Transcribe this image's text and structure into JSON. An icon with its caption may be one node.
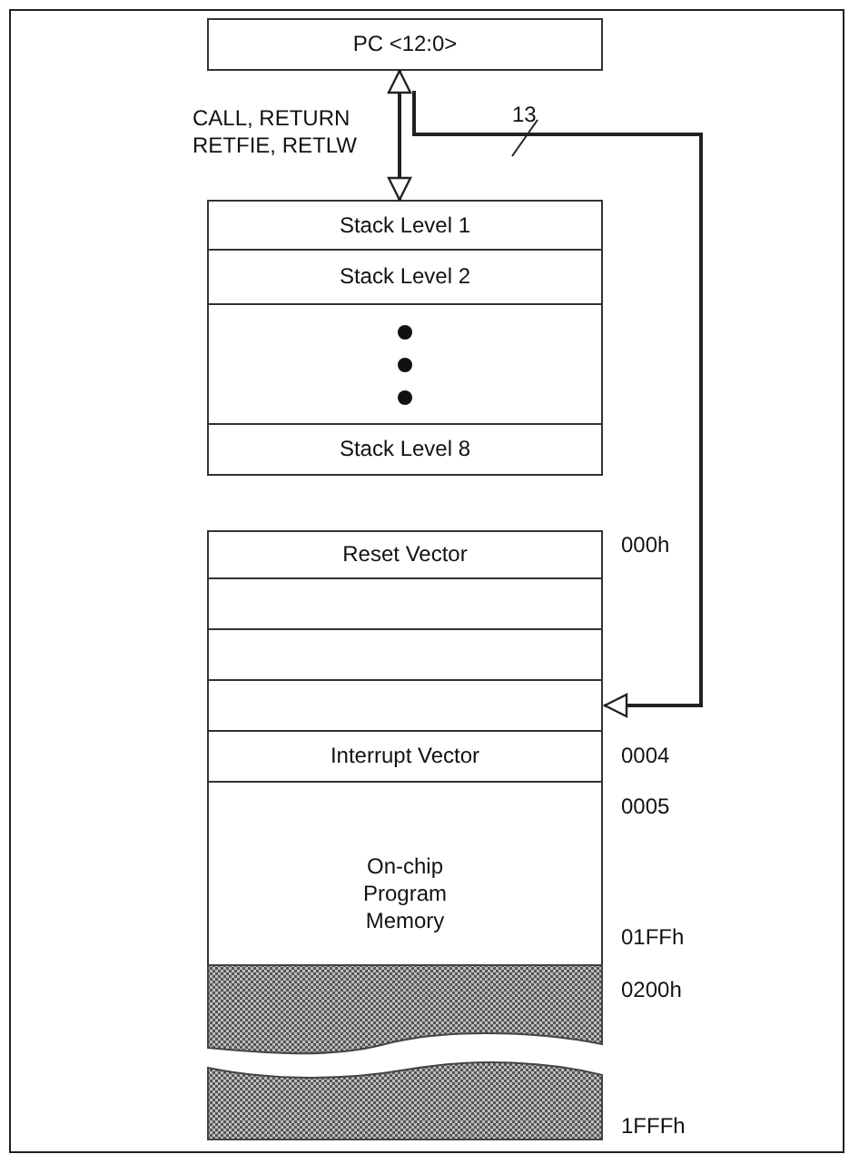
{
  "diagram": {
    "nodes": [
      {
        "text": [
          "PC <12:0>"
        ]
      },
      {
        "text": [
          "Stack Level 1"
        ]
      },
      {
        "text": [
          "Stack Level 2"
        ]
      },
      {
        "text": [],
        "shape": "box"
      },
      {
        "text": [
          "Stack Level 8"
        ]
      },
      {
        "text": [
          "Reset Vector"
        ],
        "beside": [
          "000h"
        ]
      },
      {
        "text": [],
        "shape": "box"
      },
      {
        "text": [],
        "shape": "box"
      },
      {
        "text": [],
        "shape": "box"
      },
      {
        "text": [
          "Interrupt Vector"
        ],
        "beside": [
          "0004"
        ]
      },
      {
        "text": [
          "On-chip Program Memory"
        ],
        "beside": [
          "0005",
          "01FFh"
        ]
      },
      {
        "text": [],
        "shape": "bar",
        "beside": [
          "0200h"
        ]
      },
      {
        "text": [],
        "shape": "bar",
        "beside": [
          "1FFFh"
        ]
      }
    ],
    "edges": [
      {
        "from": 0,
        "to": 1,
        "arrow": "both",
        "label": "CALL, RETURN RETFIE, RETLW"
      },
      {
        "from": 0,
        "to": 8,
        "arrow": "to",
        "label": "13"
      }
    ]
  }
}
